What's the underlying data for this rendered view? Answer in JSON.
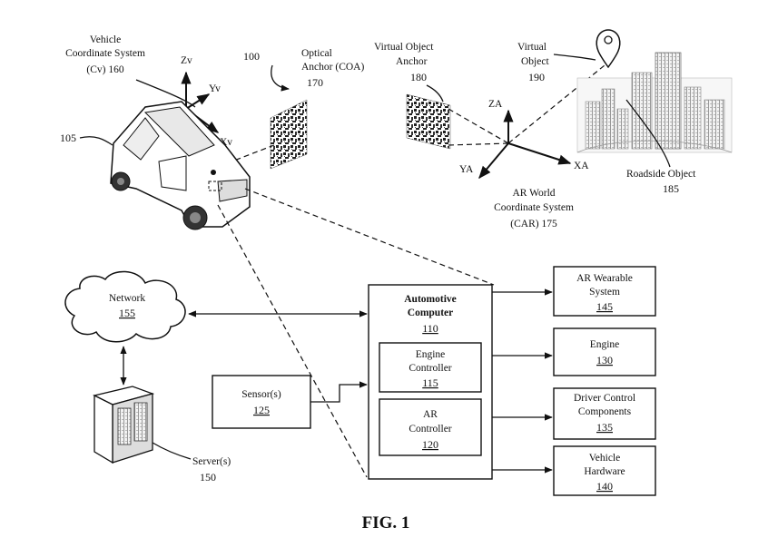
{
  "figure_label": "FIG. 1",
  "labels": {
    "vehicle_cs": [
      "Vehicle",
      "Coordinate System",
      "(Cv) 160"
    ],
    "ref_100": "100",
    "optical_anchor": [
      "Optical",
      "Anchor (COA)",
      "170"
    ],
    "virtual_object_anchor": [
      "Virtual Object",
      "Anchor",
      "180"
    ],
    "virtual_object": [
      "Virtual",
      "Object",
      "190"
    ],
    "vehicle_ref": "105",
    "zv": "Zv",
    "yv": "Yv",
    "xv": "Xv",
    "za": "ZA",
    "ya": "YA",
    "xa": "XA",
    "roadside_object": [
      "Roadside Object",
      "185"
    ],
    "ar_world_cs": [
      "AR World",
      "Coordinate System",
      "(CAR) 175"
    ]
  },
  "blocks": {
    "network": {
      "name": "Network",
      "ref": "155"
    },
    "server": {
      "name": "Server(s)",
      "ref": "150"
    },
    "sensor": {
      "name": "Sensor(s)",
      "ref": "125"
    },
    "automotive_computer": {
      "name": [
        "Automotive",
        "Computer"
      ],
      "ref": "110"
    },
    "engine_controller": {
      "name": [
        "Engine",
        "Controller"
      ],
      "ref": "115"
    },
    "ar_controller": {
      "name": [
        "AR",
        "Controller"
      ],
      "ref": "120"
    },
    "ar_wearable": {
      "name": [
        "AR Wearable",
        "System"
      ],
      "ref": "145"
    },
    "engine": {
      "name": "Engine",
      "ref": "130"
    },
    "driver_control": {
      "name": [
        "Driver Control",
        "Components"
      ],
      "ref": "135"
    },
    "vehicle_hardware": {
      "name": [
        "Vehicle",
        "Hardware"
      ],
      "ref": "140"
    }
  }
}
